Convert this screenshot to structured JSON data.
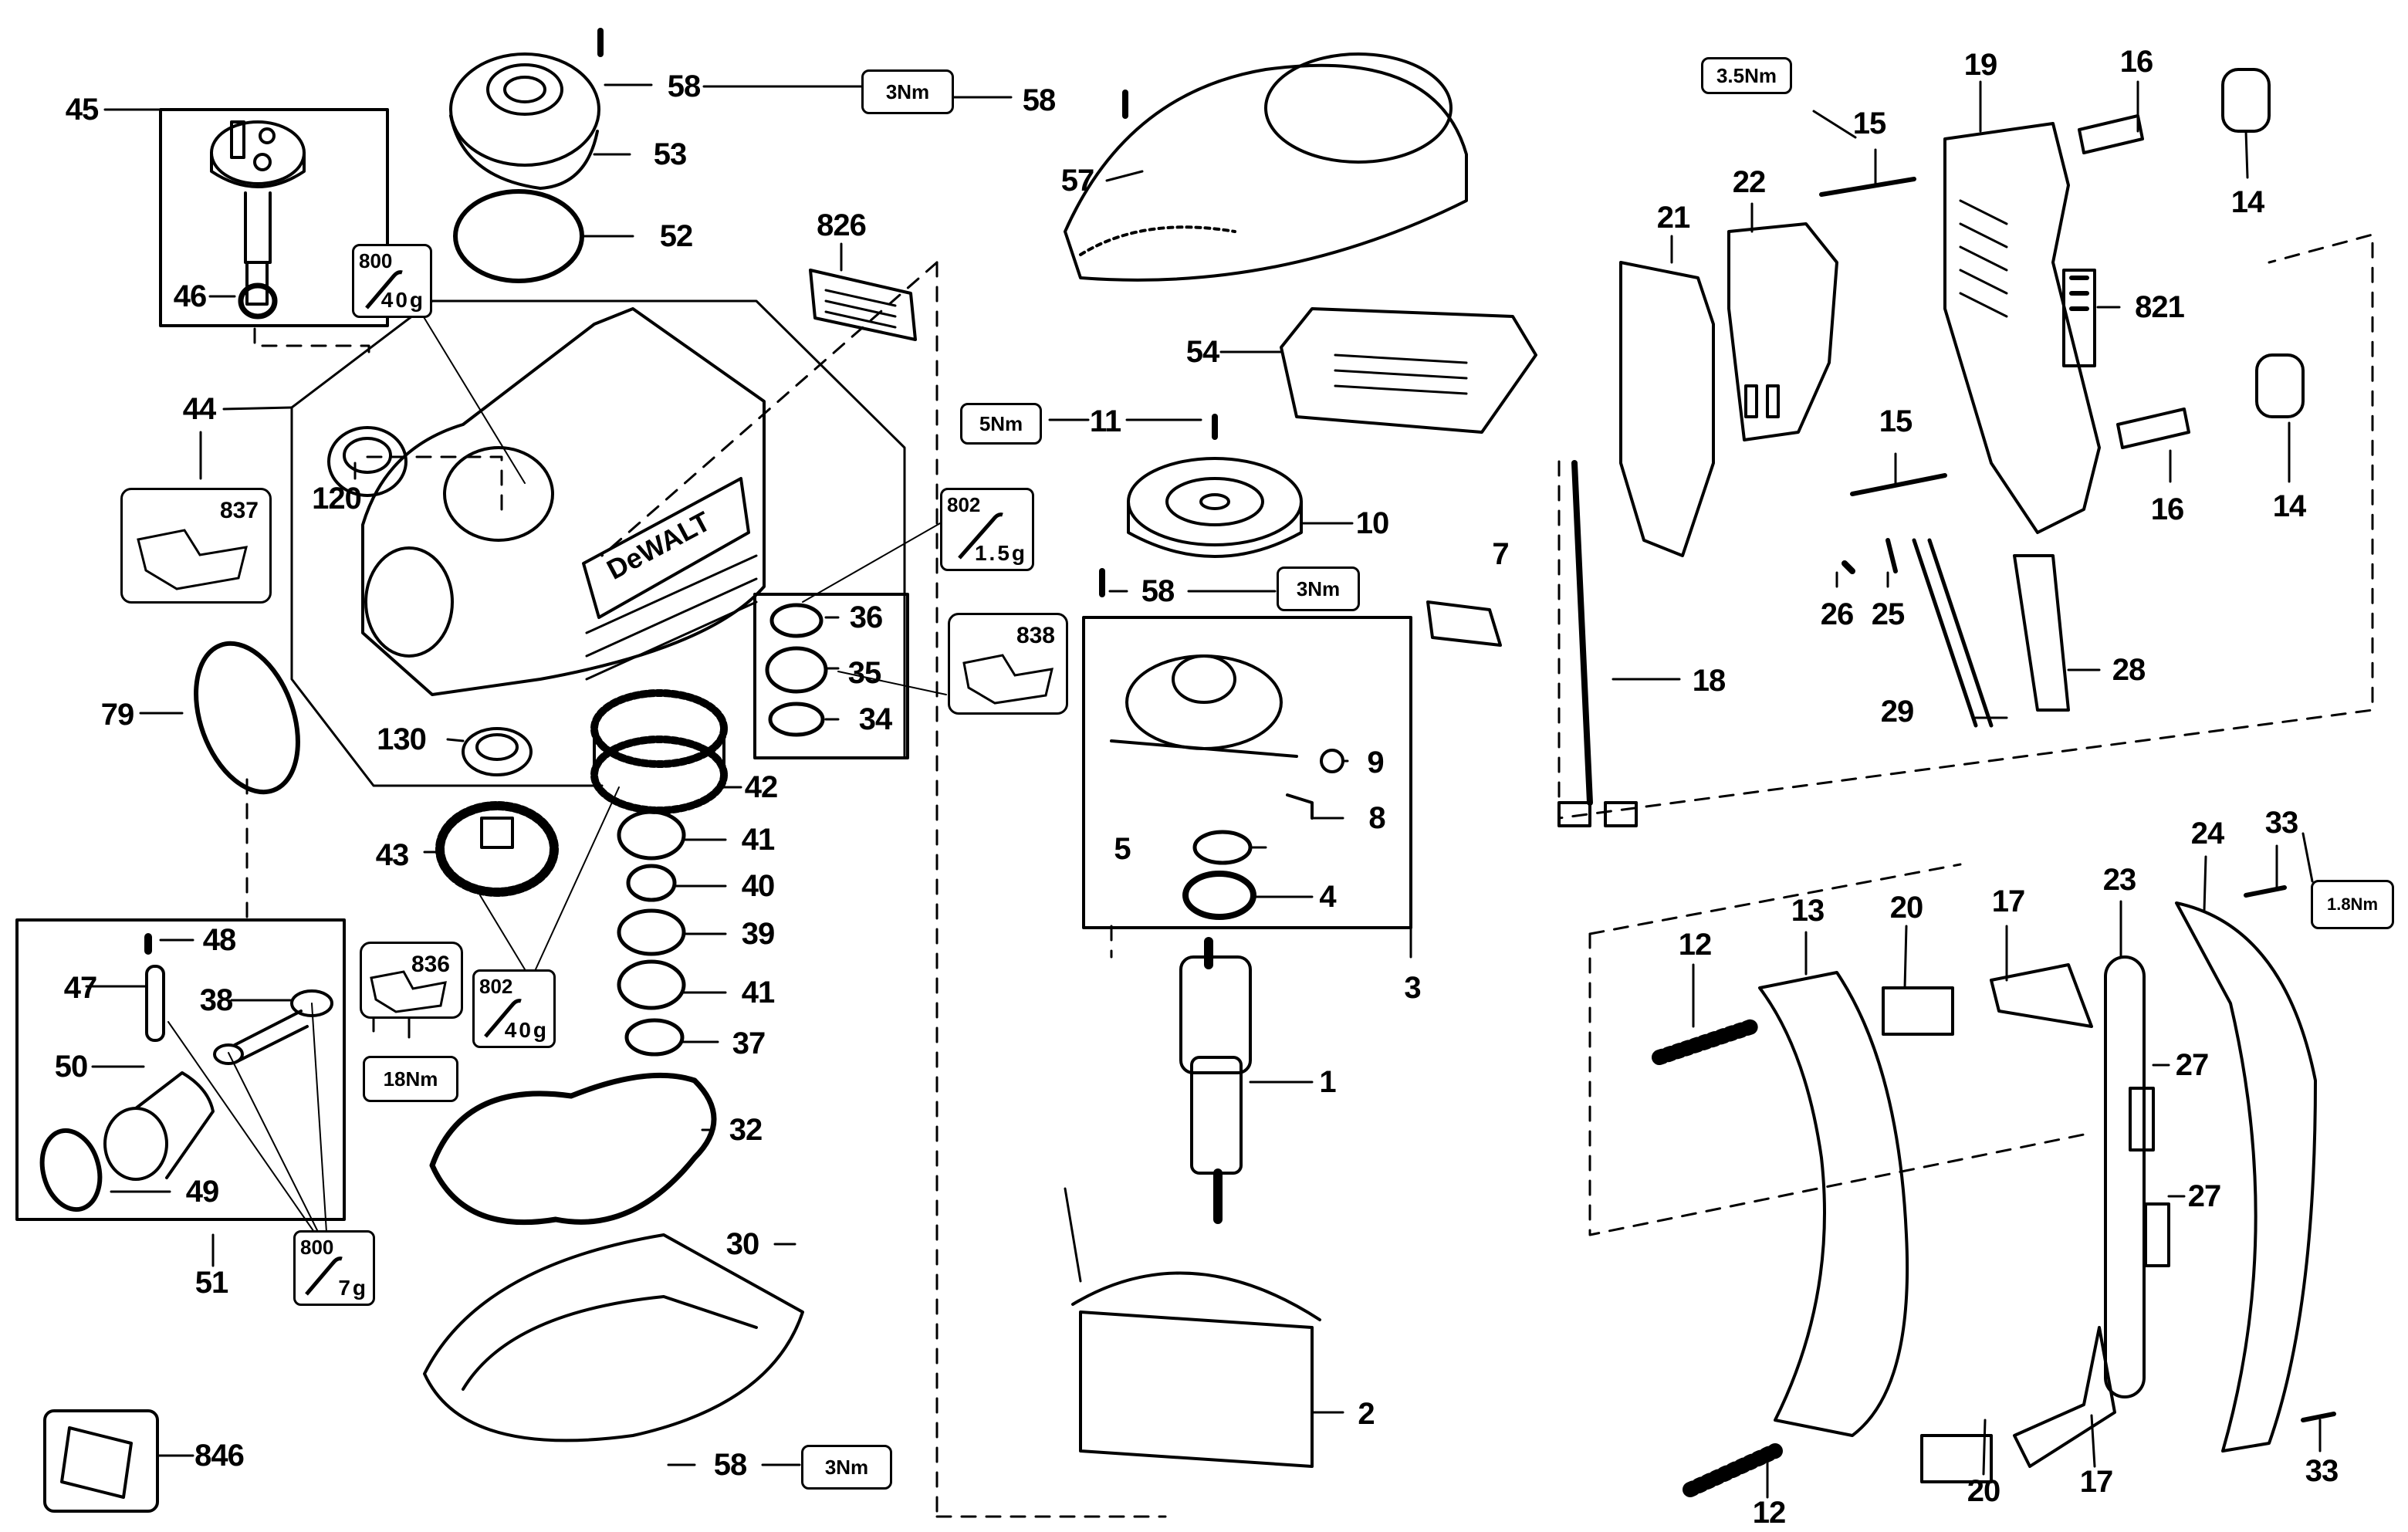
{
  "diagram": {
    "title": "Exploded parts diagram - demolition hammer",
    "brand_mark": "DeWALT",
    "part_labels": [
      {
        "id": "45",
        "text": "45"
      },
      {
        "id": "58a",
        "text": "58"
      },
      {
        "id": "58b",
        "text": "58"
      },
      {
        "id": "53",
        "text": "53"
      },
      {
        "id": "52",
        "text": "52"
      },
      {
        "id": "46",
        "text": "46"
      },
      {
        "id": "826",
        "text": "826"
      },
      {
        "id": "57",
        "text": "57"
      },
      {
        "id": "44",
        "text": "44"
      },
      {
        "id": "120",
        "text": "120"
      },
      {
        "id": "837",
        "text": "837"
      },
      {
        "id": "54",
        "text": "54"
      },
      {
        "id": "11",
        "text": "11"
      },
      {
        "id": "10",
        "text": "10"
      },
      {
        "id": "58c",
        "text": "58"
      },
      {
        "id": "7",
        "text": "7"
      },
      {
        "id": "36",
        "text": "36"
      },
      {
        "id": "35",
        "text": "35"
      },
      {
        "id": "34",
        "text": "34"
      },
      {
        "id": "79",
        "text": "79"
      },
      {
        "id": "130",
        "text": "130"
      },
      {
        "id": "42",
        "text": "42"
      },
      {
        "id": "41a",
        "text": "41"
      },
      {
        "id": "40",
        "text": "40"
      },
      {
        "id": "39",
        "text": "39"
      },
      {
        "id": "41b",
        "text": "41"
      },
      {
        "id": "37",
        "text": "37"
      },
      {
        "id": "43",
        "text": "43"
      },
      {
        "id": "48",
        "text": "48"
      },
      {
        "id": "47",
        "text": "47"
      },
      {
        "id": "38",
        "text": "38"
      },
      {
        "id": "50",
        "text": "50"
      },
      {
        "id": "49",
        "text": "49"
      },
      {
        "id": "51",
        "text": "51"
      },
      {
        "id": "32",
        "text": "32"
      },
      {
        "id": "30",
        "text": "30"
      },
      {
        "id": "846",
        "text": "846"
      },
      {
        "id": "58d",
        "text": "58"
      },
      {
        "id": "9",
        "text": "9"
      },
      {
        "id": "8",
        "text": "8"
      },
      {
        "id": "5",
        "text": "5"
      },
      {
        "id": "4",
        "text": "4"
      },
      {
        "id": "3",
        "text": "3"
      },
      {
        "id": "1",
        "text": "1"
      },
      {
        "id": "2",
        "text": "2"
      },
      {
        "id": "19",
        "text": "19"
      },
      {
        "id": "16a",
        "text": "16"
      },
      {
        "id": "15a",
        "text": "15"
      },
      {
        "id": "14a",
        "text": "14"
      },
      {
        "id": "22",
        "text": "22"
      },
      {
        "id": "21",
        "text": "21"
      },
      {
        "id": "821",
        "text": "821"
      },
      {
        "id": "15b",
        "text": "15"
      },
      {
        "id": "16b",
        "text": "16"
      },
      {
        "id": "14b",
        "text": "14"
      },
      {
        "id": "26",
        "text": "26"
      },
      {
        "id": "25",
        "text": "25"
      },
      {
        "id": "18",
        "text": "18"
      },
      {
        "id": "29",
        "text": "29"
      },
      {
        "id": "28",
        "text": "28"
      },
      {
        "id": "24",
        "text": "24"
      },
      {
        "id": "33a",
        "text": "33"
      },
      {
        "id": "13",
        "text": "13"
      },
      {
        "id": "20a",
        "text": "20"
      },
      {
        "id": "17a",
        "text": "17"
      },
      {
        "id": "23",
        "text": "23"
      },
      {
        "id": "12a",
        "text": "12"
      },
      {
        "id": "27a",
        "text": "27"
      },
      {
        "id": "27b",
        "text": "27"
      },
      {
        "id": "20b",
        "text": "20"
      },
      {
        "id": "17b",
        "text": "17"
      },
      {
        "id": "12b",
        "text": "12"
      },
      {
        "id": "33b",
        "text": "33"
      }
    ],
    "torque_boxes": [
      {
        "id": "tq-top",
        "text": "3Nm"
      },
      {
        "id": "tq-fan",
        "text": "5Nm"
      },
      {
        "id": "tq-58mid",
        "text": "3Nm"
      },
      {
        "id": "tq-18",
        "text": "18Nm"
      },
      {
        "id": "tq-bottom",
        "text": "3Nm"
      },
      {
        "id": "tq-15",
        "text": "3.5Nm"
      },
      {
        "id": "tq-33",
        "text": "1.8Nm"
      }
    ],
    "grease_boxes": [
      {
        "id": "g-800-40",
        "code": "800",
        "amount": "40g"
      },
      {
        "id": "g-802-15",
        "code": "802",
        "amount": "1.5g"
      },
      {
        "id": "g-802-40",
        "code": "802",
        "amount": "40g"
      },
      {
        "id": "g-800-7",
        "code": "800",
        "amount": "7g"
      }
    ],
    "kit_boxes": [
      {
        "id": "k-837",
        "code": "837"
      },
      {
        "id": "k-838",
        "code": "838"
      },
      {
        "id": "k-836",
        "code": "836"
      },
      {
        "id": "k-846",
        "code": ""
      }
    ]
  }
}
